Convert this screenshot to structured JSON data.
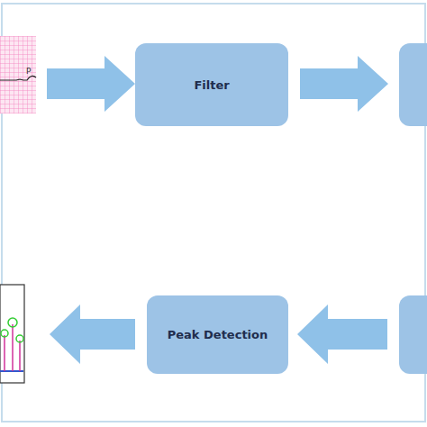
{
  "diagram": {
    "nodes": [
      {
        "text": [
          "Filter"
        ]
      },
      {
        "text": [
          "Peak Detection"
        ]
      }
    ],
    "labels": [
      "P"
    ]
  }
}
